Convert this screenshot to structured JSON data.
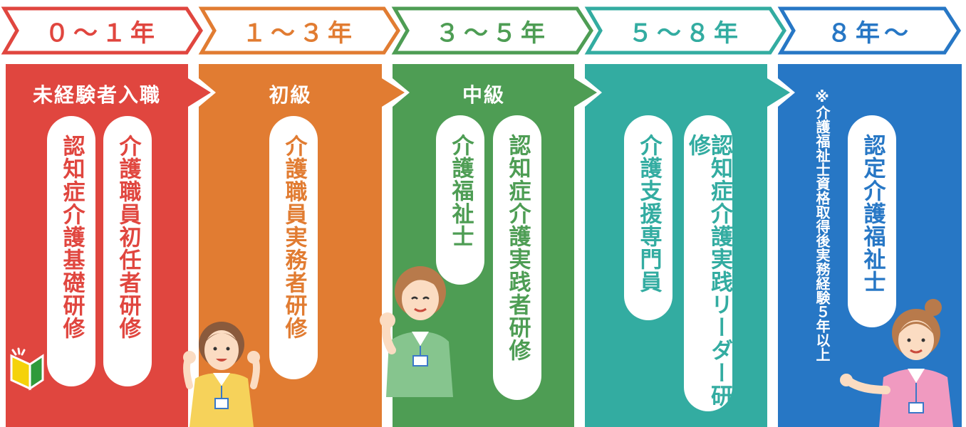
{
  "colors": {
    "red": "#e0463f",
    "orange": "#e17c32",
    "green": "#4e9d54",
    "teal": "#33aca1",
    "blue": "#2777c5"
  },
  "stages": [
    {
      "period": "０～１年",
      "title": "未経験者入職",
      "courses": [
        "認知症介護基礎研修",
        "介護職員初任者研修"
      ]
    },
    {
      "period": "１～３年",
      "title": "初級",
      "courses": [
        "介護職員実務者研修"
      ]
    },
    {
      "period": "３～５年",
      "title": "中級",
      "courses": [
        "介護福祉士",
        "認知症介護実践者研修"
      ]
    },
    {
      "period": "５～８年",
      "title": "",
      "courses": [
        "介護支援専門員",
        "認知症介護実践リーダー研修"
      ]
    },
    {
      "period": "８年～",
      "title": "",
      "courses": [
        "認定介護福祉士"
      ],
      "note": "※介護福祉士資格取得後実務経験５年以上"
    }
  ],
  "icons": [
    "beginner-mark-icon",
    "girl-waving-icon",
    "woman-fist-icon",
    "woman-pointing-icon"
  ]
}
